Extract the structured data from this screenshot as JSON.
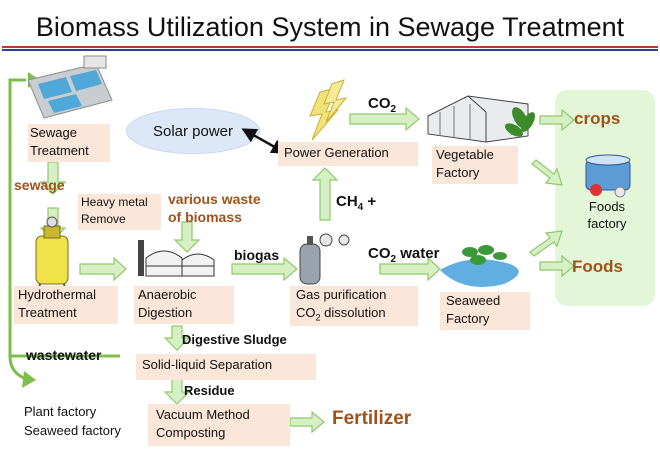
{
  "title": "Biomass Utilization System in Sewage Treatment",
  "nodes": {
    "sewage_treatment": "Sewage\nTreatment",
    "solar_power": "Solar power",
    "power_generation": "Power Generation",
    "vegetable_factory": "Vegetable\nFactory",
    "crops": "crops",
    "foods_factory": "Foods\nfactory",
    "foods": "Foods",
    "heavy_metal_remove": "Heavy metal\nRemove",
    "various_waste": "various waste\nof biomass",
    "hydrothermal_treatment": "Hydrothermal\nTreatment",
    "anaerobic_digestion": "Anaerobic\nDigestion",
    "gas_purification_1": "Gas purification",
    "gas_purification_2_pre": "CO",
    "gas_purification_2_sub": "2",
    "gas_purification_2_post": " dissolution",
    "seaweed_factory": "Seaweed\nFactory",
    "solid_liquid_separation": "Solid-liquid Separation",
    "vacuum_composting": "Vacuum  Method\nComposting",
    "fertilizer": "Fertilizer",
    "plant_seaweed_factory": "Plant factory\nSeaweed factory"
  },
  "labels": {
    "sewage": "sewage",
    "biogas": "biogas",
    "co2_top_pre": "CO",
    "co2_top_sub": "2",
    "ch4_pre": "CH",
    "ch4_sub": "4",
    "ch4_post": " +",
    "co2_water_pre": "CO",
    "co2_water_sub": "2",
    "co2_water_post": " water",
    "digestive_sludge": "Digestive Sludge",
    "wastewater": "wastewater",
    "residue": "Residue"
  },
  "colors": {
    "accent_brown": "#a0521b",
    "box_fill": "#fbe7d9",
    "arrow_fill": "#d7efc4",
    "arrow_stroke": "#8fc96b",
    "loop_green": "#7cc04a",
    "panel_green": "#e4f6d8",
    "cloud_blue": "#dce8f8",
    "title_rule_red": "#c0392b",
    "title_rule_blue": "#2b3e9c"
  }
}
